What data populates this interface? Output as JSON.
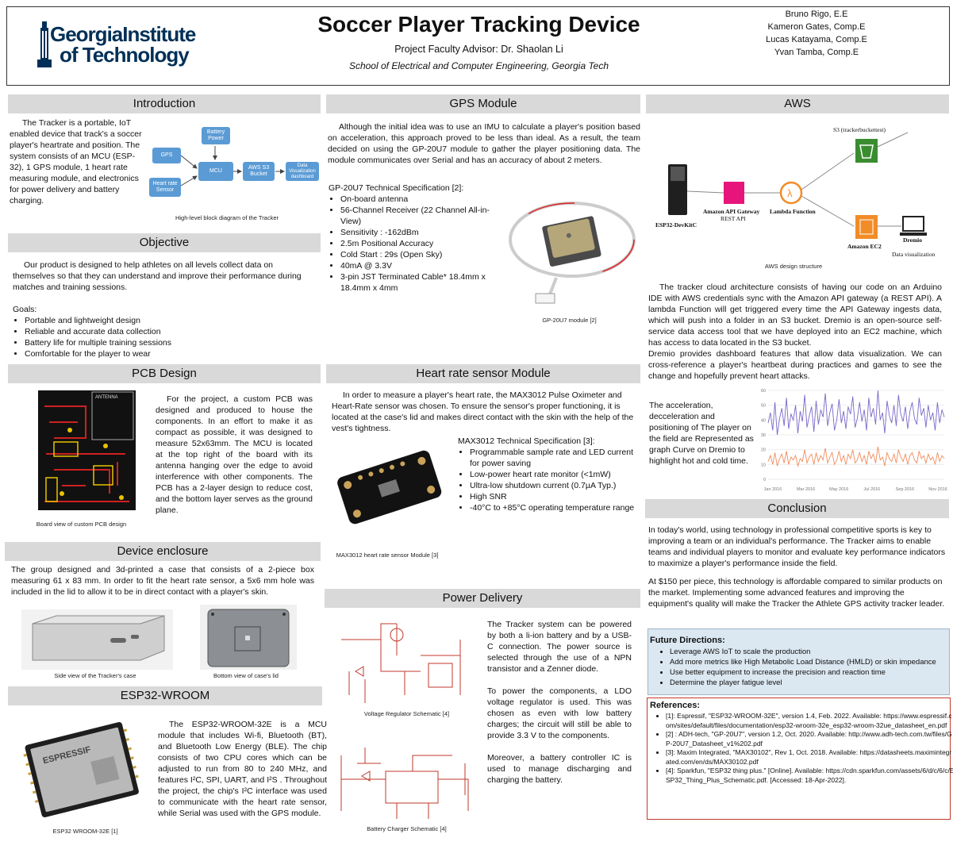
{
  "header": {
    "logo_line1": "GeorgiaInstitute",
    "logo_line2": "of Technology",
    "title": "Soccer Player Tracking Device",
    "advisor": "Project Faculty Advisor: Dr. Shaolan Li",
    "school": "School of Electrical and Computer Engineering, Georgia Tech",
    "authors": [
      "Bruno Rigo, E.E",
      "Kameron Gates, Comp.E",
      "Lucas Katayama, Comp.E",
      "Yvan Tamba, Comp.E"
    ]
  },
  "intro": {
    "heading": "Introduction",
    "text": "The Tracker is a portable, IoT enabled device that track's a soccer player's heartrate and position. The system consists of an MCU (ESP-32), 1 GPS module, 1 heart rate measuring module, and electronics for power delivery and battery charging.",
    "blocks": {
      "battery": "Battery Power",
      "gps": "GPS",
      "mcu": "MCU",
      "hr": "Heart rate Sensor",
      "s3": "AWS S3 Bucket",
      "dash": "Data Visualization dashboard"
    },
    "caption": "High-level block diagram of the Tracker"
  },
  "objective": {
    "heading": "Objective",
    "text": "Our product is designed to help athletes on all levels collect data on themselves so that they can understand and improve their performance during matches and training sessions.",
    "goals_label": "Goals:",
    "goals": [
      "Portable and lightweight design",
      "Reliable and accurate data collection",
      "Battery life for multiple training sessions",
      "Comfortable for the player to wear"
    ]
  },
  "pcb": {
    "heading": "PCB Design",
    "antenna": "ANTENNA",
    "text": "For the project, a custom PCB was designed and produced to house the components. In an effort to make it as compact as possible, it was designed to measure 52x63mm. The MCU is located at the top right of the board with its antenna hanging over the edge to avoid interference with other components. The PCB has a 2-layer design to reduce cost, and the bottom layer serves as the ground plane.",
    "caption": "Board view of custom PCB design"
  },
  "enclosure": {
    "heading": "Device enclosure",
    "text": "The group designed and 3d-printed a case that consists of a 2-piece box measuring 61 x 83 mm. In order to fit the heart rate sensor, a 5x6 mm hole was included in the lid to allow it to be in direct contact with a player's skin.",
    "caption_side": "Side view of the Tracker's case",
    "caption_bottom": "Bottom view of case's lid"
  },
  "esp32": {
    "heading": "ESP32-WROOM",
    "chip_label": "ESPRESSIF",
    "text": "The ESP32-WROOM-32E is a MCU module that includes Wi-fi, Bluetooth (BT), and Bluetooth Low Energy (BLE). The chip consists of two CPU cores which can be adjusted to run from 80 to 240 MHz, and features I²C, SPI, UART, and I²S . Throughout the project, the chip's I²C interface was used to communicate with the heart rate sensor, while Serial was used with the GPS module.",
    "caption": "ESP32 WROOM-32E [1]"
  },
  "gps": {
    "heading": "GPS Module",
    "text": "Although the initial idea was to use an IMU to calculate a player's position based on acceleration, this approach proved to be less than ideal. As a result, the team decided on using the GP-20U7 module to gather the player positioning data. The module communicates over Serial and has an accuracy of about 2 meters.",
    "spec_title": "GP-20U7 Technical Specification [2]:",
    "specs": [
      "On-board antenna",
      "56-Channel Receiver (22 Channel All-in-View)",
      "Sensitivity : -162dBm",
      "2.5m Positional Accuracy",
      "Cold Start : 29s (Open Sky)",
      "40mA @ 3.3V",
      "3-pin JST Terminated Cable* 18.4mm x 18.4mm x 4mm"
    ],
    "caption": "GP-20U7 module [2]"
  },
  "hr": {
    "heading": "Heart rate sensor Module",
    "text": "In order to measure a player's heart rate, the MAX3012 Pulse Oximeter and Heart-Rate sensor was chosen. To ensure the sensor's proper functioning, it is located at the case's lid and makes direct contact with the skin with the help of the vest's tightness.",
    "spec_title": "MAX3012 Technical Specification [3]:",
    "specs": [
      "Programmable sample rate and LED current for power saving",
      "Low-power heart rate monitor (<1mW)",
      "Ultra-low shutdown current (0.7µA Typ.)",
      "High SNR",
      "-40°C to +85°C operating temperature range"
    ],
    "caption": "MAX3012 heart rate sensor Module [3]"
  },
  "power": {
    "heading": "Power Delivery",
    "p1": "The Tracker system can be powered by both a li-ion battery and by a USB-C connection. The power source is selected through the use of a NPN transistor and a Zenner diode.",
    "p2": "To power the components, a LDO voltage regulator is used. This was chosen as even with low battery charges; the circuit will still be able to provide 3.3 V to the components.",
    "p3": "Moreover, a battery controller IC is used to manage discharging and charging the battery.",
    "cap_reg": "Voltage Regulator Schematic [4]",
    "cap_bat": "Battery Charger Schematic [4]"
  },
  "aws": {
    "heading": "AWS",
    "s3_label": "S3 (trackerbuckettest)",
    "esp_label": "ESP32-DevKitC",
    "api_label": "Amazon API Gateway",
    "api_sub": "REST API",
    "lambda_label": "Lambda Function",
    "ec2_label": "Amazon EC2",
    "dremio_label": "Dremio",
    "dremio_sub": "Data visualization",
    "caption": "AWS design structure",
    "p1": "The tracker cloud architecture consists of having our code on an Arduino IDE with AWS credentials sync with the Amazon API gateway (a REST API). A lambda Function will get triggered every time the API Gateway ingests data, which will push into a folder in an S3 bucket. Dremio is an open-source self-service data access tool that we have deployed into an EC2 machine, which has access to data located in the S3 bucket.",
    "p2": "Dremio provides dashboard features that allow data visualization. We can cross-reference a player's heartbeat during practices and games to see the change and hopefully prevent heart attacks.",
    "graph_text": "The acceleration, decceleration and positioning of The player on the field are Represented as graph Curve on Dremio to highlight hot and cold time."
  },
  "chart_data": {
    "type": "line",
    "x_ticks": [
      "Jan 2016",
      "Mar 2016",
      "May 2016",
      "Jul 2016",
      "Sep 2016",
      "Nov 2016"
    ],
    "y_ticks": [
      0,
      10,
      20,
      30,
      40,
      50,
      60
    ],
    "ylim": [
      0,
      60
    ],
    "series": [
      {
        "color": "#7b68c8",
        "values": [
          38,
          45,
          33,
          52,
          30,
          41,
          48,
          36,
          55,
          34,
          44,
          40,
          50,
          31,
          46,
          39,
          57,
          35,
          43,
          49,
          32,
          53,
          37,
          47,
          42,
          58,
          36,
          45,
          51,
          33,
          40,
          54,
          38,
          46,
          34,
          49,
          44,
          56,
          35,
          41,
          52,
          39,
          47,
          33,
          55,
          42,
          48,
          37,
          60,
          40,
          45,
          31,
          53,
          43,
          38,
          50,
          36,
          57,
          44,
          39,
          49,
          34,
          46,
          52,
          41,
          37,
          55,
          43,
          48,
          35,
          50,
          40,
          45,
          33,
          52,
          38,
          47,
          42
        ]
      },
      {
        "color": "#f08c5a",
        "values": [
          12,
          16,
          10,
          18,
          9,
          14,
          17,
          11,
          19,
          10,
          15,
          13,
          16,
          9,
          14,
          12,
          20,
          11,
          15,
          17,
          10,
          18,
          12,
          16,
          13,
          21,
          11,
          15,
          18,
          10,
          13,
          19,
          12,
          16,
          10,
          17,
          14,
          20,
          11,
          13,
          18,
          12,
          16,
          10,
          19,
          14,
          17,
          11,
          22,
          13,
          15,
          9,
          18,
          14,
          12,
          17,
          11,
          20,
          15,
          12,
          17,
          10,
          16,
          18,
          13,
          11,
          19,
          14,
          16,
          11,
          17,
          13,
          15,
          10,
          18,
          12,
          16,
          14
        ]
      }
    ]
  },
  "conclusion": {
    "heading": "Conclusion",
    "p1": "In today's world, using technology in professional competitive sports is key to improving a team or an individual's performance. The Tracker aims to enable teams and individual players to monitor and evaluate key performance indicators to maximize a player's performance inside the field.",
    "p2": "At $150 per piece, this technology is affordable compared to similar products on the market. Implementing some advanced features and improving the equipment's quality will make the Tracker the Athlete GPS activity tracker leader.",
    "future_title": "Future Directions:",
    "future": [
      "Leverage AWS IoT to scale the production",
      "Add more metrics like High Metabolic Load Distance (HMLD) or skin impedance",
      "Use better equipment to increase the precision and reaction time",
      "Determine the  player fatigue level"
    ],
    "ref_title": "References:",
    "refs": [
      "[1]: Espressif, \"ESP32-WROOM-32E\", version 1.4, Feb. 2022. Available: https://www.espressif.com/sites/default/files/documentation/esp32-wroom-32e_esp32-wroom-32ue_datasheet_en.pdf",
      "[2] : ADH-tech, \"GP-20U7\", version 1.2, Oct. 2020. Available: http://www.adh-tech.com.tw/files/GP-20U7_Datasheet_v1%202.pdf",
      "[3]: Maxim Integrated, \"MAX30102\", Rev 1, Oct. 2018. Available: https://datasheets.maximintegrated.com/en/ds/MAX30102.pdf",
      "[4]: Sparkfun, \"ESP32 thing plus.\" [Online]. Available: https://cdn.sparkfun.com/assets/6/d/c/6/c/ESP32_Thing_Plus_Schematic.pdf. [Accessed: 18-Apr-2022]."
    ]
  }
}
